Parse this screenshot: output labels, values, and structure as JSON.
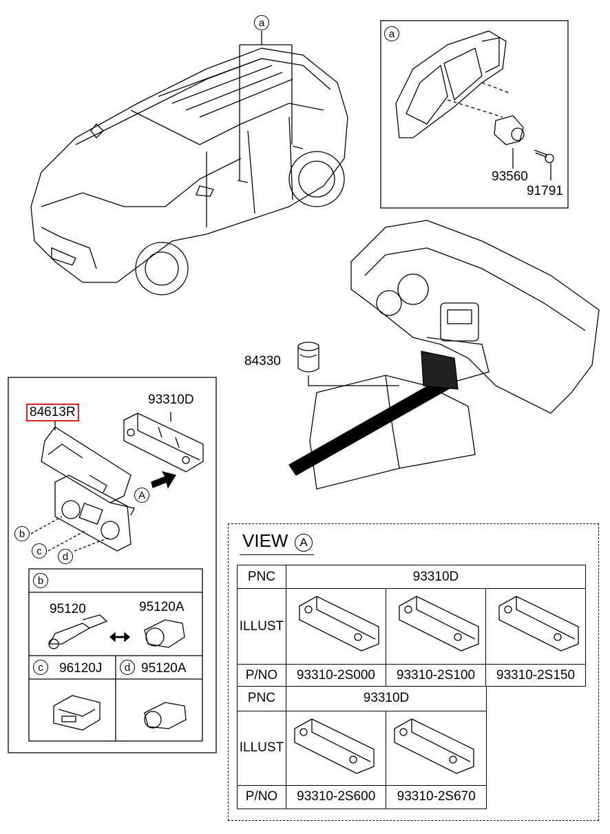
{
  "callouts": {
    "a_top": "a",
    "a_box": "a",
    "view_A_marker": "A",
    "view_A_title_marker": "A",
    "b": "b",
    "c": "c",
    "d": "d",
    "b_box": "b",
    "c_box": "c",
    "d_box": "d"
  },
  "parts": {
    "p93560": "93560",
    "p91791": "91791",
    "p84330": "84330",
    "p84613R": "84613R",
    "p93310D": "93310D",
    "p95120": "95120",
    "p95120A": "95120A",
    "p96120J": "96120J",
    "p95120A_d": "95120A"
  },
  "view": {
    "title": "VIEW",
    "table1": {
      "pnc_label": "PNC",
      "pnc_value": "93310D",
      "illust_label": "ILLUST",
      "pno_label": "P/NO",
      "part_numbers": [
        "93310-2S000",
        "93310-2S100",
        "93310-2S150"
      ]
    },
    "table2": {
      "pnc_label": "PNC",
      "pnc_value": "93310D",
      "illust_label": "ILLUST",
      "pno_label": "P/NO",
      "part_numbers": [
        "93310-2S600",
        "93310-2S670"
      ]
    }
  },
  "colors": {
    "highlight": "#e02020",
    "line": "#000000"
  }
}
